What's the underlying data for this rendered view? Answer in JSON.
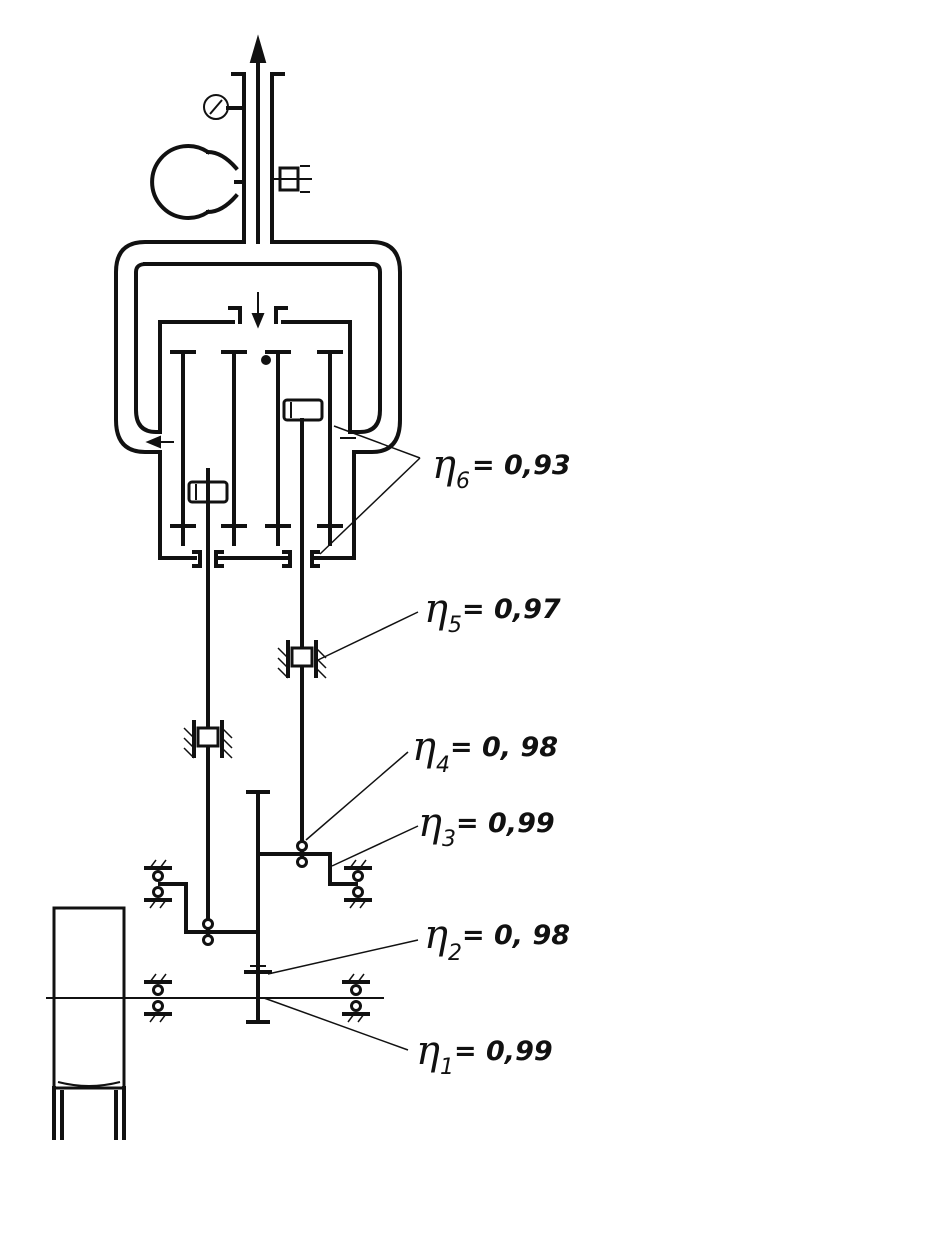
{
  "labels": [
    {
      "id": "eta6",
      "symbol": "η",
      "sub": "6",
      "value": "= 0,93"
    },
    {
      "id": "eta5",
      "symbol": "η",
      "sub": "5",
      "value": "= 0,97"
    },
    {
      "id": "eta4",
      "symbol": "η",
      "sub": "4",
      "value": "= 0, 98"
    },
    {
      "id": "eta3",
      "symbol": "η",
      "sub": "3",
      "value": "= 0,99"
    },
    {
      "id": "eta2",
      "symbol": "η",
      "sub": "2",
      "value": "= 0, 98"
    },
    {
      "id": "eta1",
      "symbol": "η",
      "sub": "1",
      "value": "= 0,99"
    }
  ],
  "colors": {
    "ink": "#111111",
    "paper": "#ffffff"
  },
  "icons": [
    "pressure-gauge-icon",
    "air-receiver-icon",
    "valve-icon",
    "bearing-icon",
    "piston-icon",
    "crosshead-icon",
    "pulley-icon",
    "gear-icon"
  ]
}
